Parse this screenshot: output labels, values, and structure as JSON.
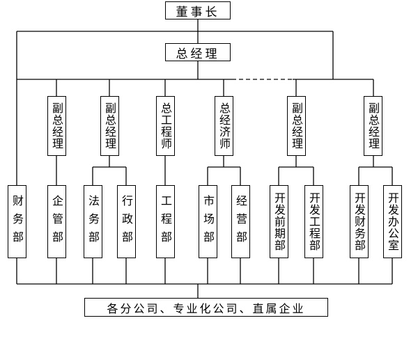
{
  "top": {
    "chairman": "董事长",
    "general_manager": "总经理"
  },
  "executives": {
    "deputy_gm_1": "副总经理",
    "deputy_gm_2": "副总经理",
    "chief_engineer": "总工程师",
    "chief_economist": "总经济师",
    "deputy_gm_3": "副总经理",
    "deputy_gm_4": "副总经理"
  },
  "departments": {
    "finance": "财务部",
    "enterprise_mgmt": "企管部",
    "legal": "法务部",
    "administration": "行政部",
    "engineering": "工程部",
    "market": "市场部",
    "operations": "经营部",
    "preliminary_dev": "开发前期部",
    "dev_engineering": "开发工程部",
    "dev_finance": "开发财务部",
    "dev_office": "开发办公室"
  },
  "bottom": {
    "subsidiaries": "各分公司、专业化公司、直属企业"
  }
}
